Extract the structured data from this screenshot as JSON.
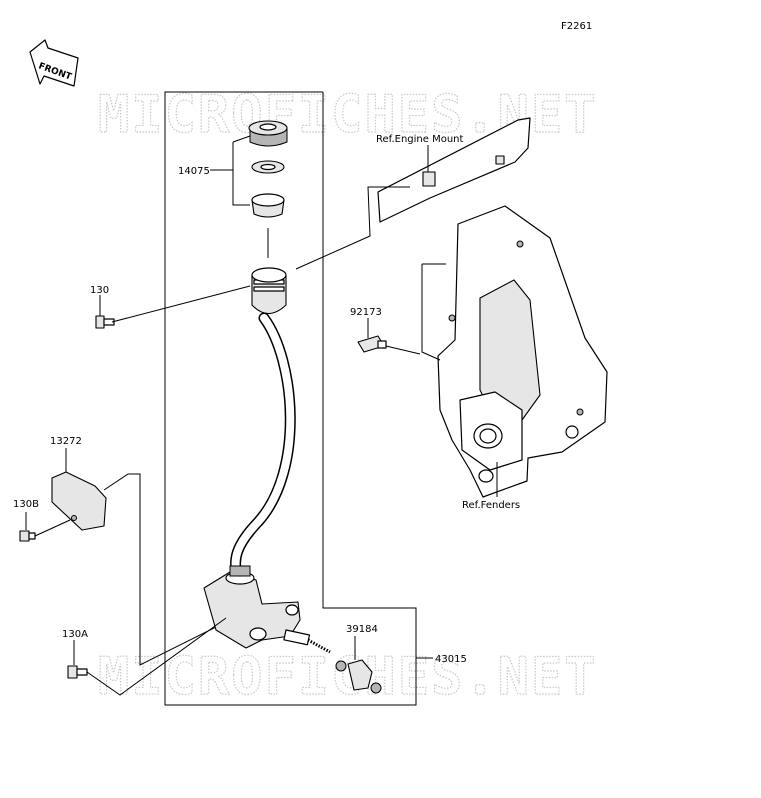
{
  "figure_id": "F2261",
  "front_label": "FRONT",
  "watermark": "MICROFICHES.NET",
  "refs": {
    "engine_mount": "Ref.Engine Mount",
    "fenders": "Ref.Fenders"
  },
  "callouts": {
    "p14075": "14075",
    "p130": "130",
    "p92173": "92173",
    "p13272": "13272",
    "p130B": "130B",
    "p130A": "130A",
    "p39184": "39184",
    "p43015": "43015"
  }
}
